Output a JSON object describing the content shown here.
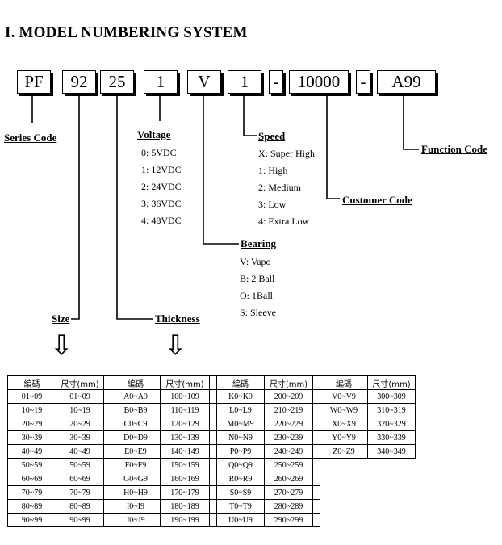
{
  "heading": "I.   MODEL NUMBERING SYSTEM",
  "code_parts": [
    "PF",
    "92",
    "25",
    "1",
    "V",
    "1",
    "-",
    "10000",
    "-",
    "A99"
  ],
  "labels": {
    "series": "Series Code",
    "size": "Size",
    "thickness": "Thickness",
    "voltage": "Voltage",
    "bearing": "Bearing",
    "speed": "Speed",
    "customer": "Customer Code",
    "function": "Function Code"
  },
  "voltage_options": [
    "0: 5VDC",
    "1: 12VDC",
    "2: 24VDC",
    "3: 36VDC",
    "4: 48VDC"
  ],
  "speed_options": [
    "X: Super High",
    "1: High",
    "2: Medium",
    "3: Low",
    "4: Extra Low"
  ],
  "bearing_options": [
    "V: Vapo",
    "B: 2 Ball",
    "O: 1Ball",
    "S: Sleeve"
  ],
  "arrow_glyph": "⇩",
  "table": {
    "headers": [
      "編碼",
      "尺寸(mm)",
      "編碼",
      "尺寸(mm)",
      "編碼",
      "尺寸(mm)",
      "編碼",
      "尺寸(mm)"
    ],
    "rows": [
      [
        "01~09",
        "01~09",
        "A0~A9",
        "100~109",
        "K0~K9",
        "200~209",
        "V0~V9",
        "300~309"
      ],
      [
        "10~19",
        "10~19",
        "B0~B9",
        "110~119",
        "L0~L9",
        "210~219",
        "W0~W9",
        "310~319"
      ],
      [
        "20~29",
        "20~29",
        "C0~C9",
        "120~129",
        "M0~M9",
        "220~229",
        "X0~X9",
        "320~329"
      ],
      [
        "30~39",
        "30~39",
        "D0~D9",
        "130~139",
        "N0~N9",
        "230~239",
        "Y0~Y9",
        "330~339"
      ],
      [
        "40~49",
        "40~49",
        "E0~E9",
        "140~149",
        "P0~P9",
        "240~249",
        "Z0~Z9",
        "340~349"
      ],
      [
        "50~59",
        "50~59",
        "F0~F9",
        "150~159",
        "Q0~Q9",
        "250~259"
      ],
      [
        "60~69",
        "60~69",
        "G0~G9",
        "160~169",
        "R0~R9",
        "260~269"
      ],
      [
        "70~79",
        "70~79",
        "H0~H9",
        "170~179",
        "S0~S9",
        "270~279"
      ],
      [
        "80~89",
        "80~89",
        "I0~I9",
        "180~189",
        "T0~T9",
        "280~289"
      ],
      [
        "90~99",
        "90~99",
        "J0~J9",
        "190~199",
        "U0~U9",
        "290~299"
      ]
    ]
  }
}
